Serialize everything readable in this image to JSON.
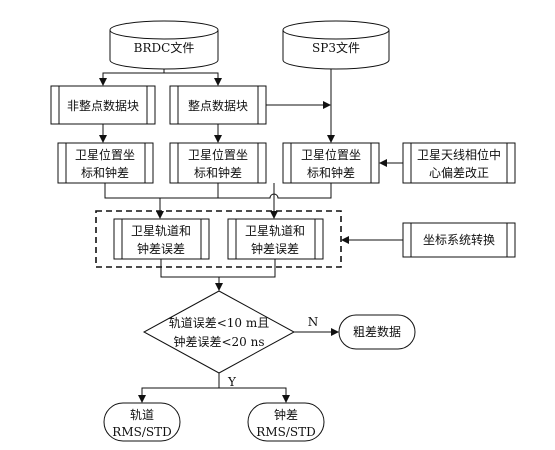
{
  "files": {
    "brdc": "BRDC文件",
    "sp3": "SP3文件"
  },
  "blocks": {
    "non_integer": "非整点数据块",
    "integer": "整点数据块"
  },
  "sat_pos": {
    "line1": "卫星位置坐",
    "line2": "标和钟差"
  },
  "antenna": {
    "line1": "卫星天线相位中",
    "line2": "心偏差改正"
  },
  "orbit_error": {
    "line1": "卫星轨道和",
    "line2": "钟差误差"
  },
  "coord_transform": "坐标系统转换",
  "decision": {
    "line1": "轨道误差<10 m且",
    "line2": "钟差误差<20 ns",
    "no_label": "N",
    "yes_label": "Y"
  },
  "outlier": "粗差数据",
  "orbit_result": {
    "line1": "轨道",
    "line2": "RMS/STD"
  },
  "clock_result": {
    "line1": "钟差",
    "line2": "RMS/STD"
  }
}
